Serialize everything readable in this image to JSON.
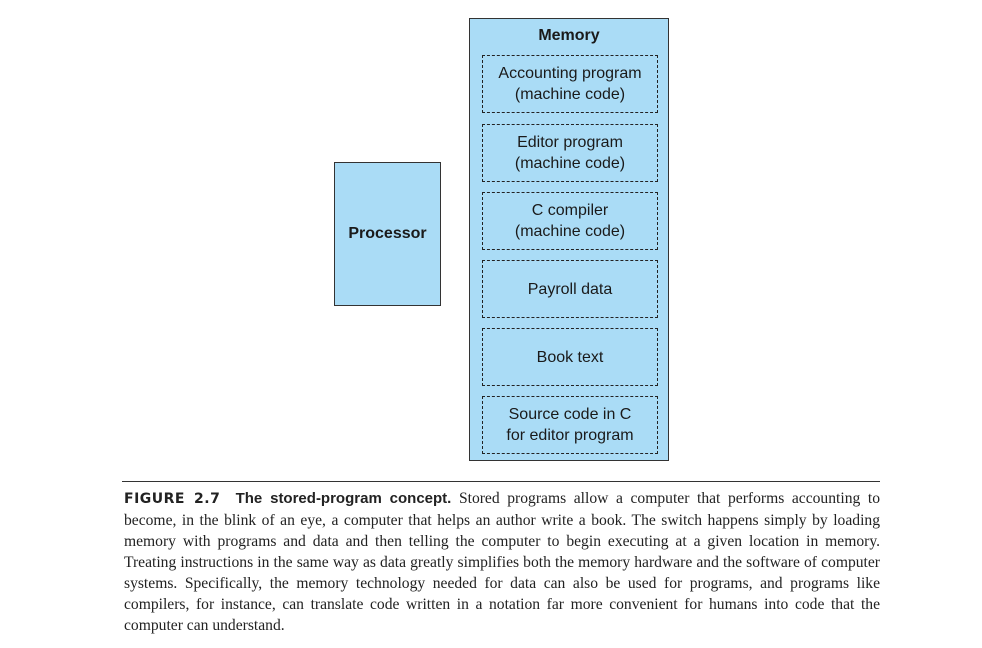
{
  "figure": {
    "processor_label": "Processor",
    "memory_title": "Memory",
    "memory_items": [
      {
        "line1": "Accounting program",
        "line2": "(machine code)"
      },
      {
        "line1": "Editor program",
        "line2": "(machine code)"
      },
      {
        "line1": "C compiler",
        "line2": "(machine code)"
      },
      {
        "line1": "Payroll data",
        "line2": ""
      },
      {
        "line1": "Book text",
        "line2": ""
      },
      {
        "line1": "Source code in C",
        "line2": "for editor program"
      }
    ],
    "colors": {
      "box_fill": "#aadcf6",
      "border": "#333333"
    }
  },
  "caption": {
    "label": "FIGURE 2.7",
    "title": "The stored-program concept.",
    "body": "Stored programs allow a computer that performs accounting to become, in the blink of an eye, a computer that helps an author write a book. The switch happens simply by loading memory with programs and data and then telling the computer to begin executing at a given location in memory. Treating instructions in the same way as data greatly simplifies both the memory hardware and the software of computer systems. Specifically, the memory technology needed for data can also be used for programs, and programs like compilers, for instance, can translate code written in a notation far more convenient for humans into code that the computer can understand."
  }
}
